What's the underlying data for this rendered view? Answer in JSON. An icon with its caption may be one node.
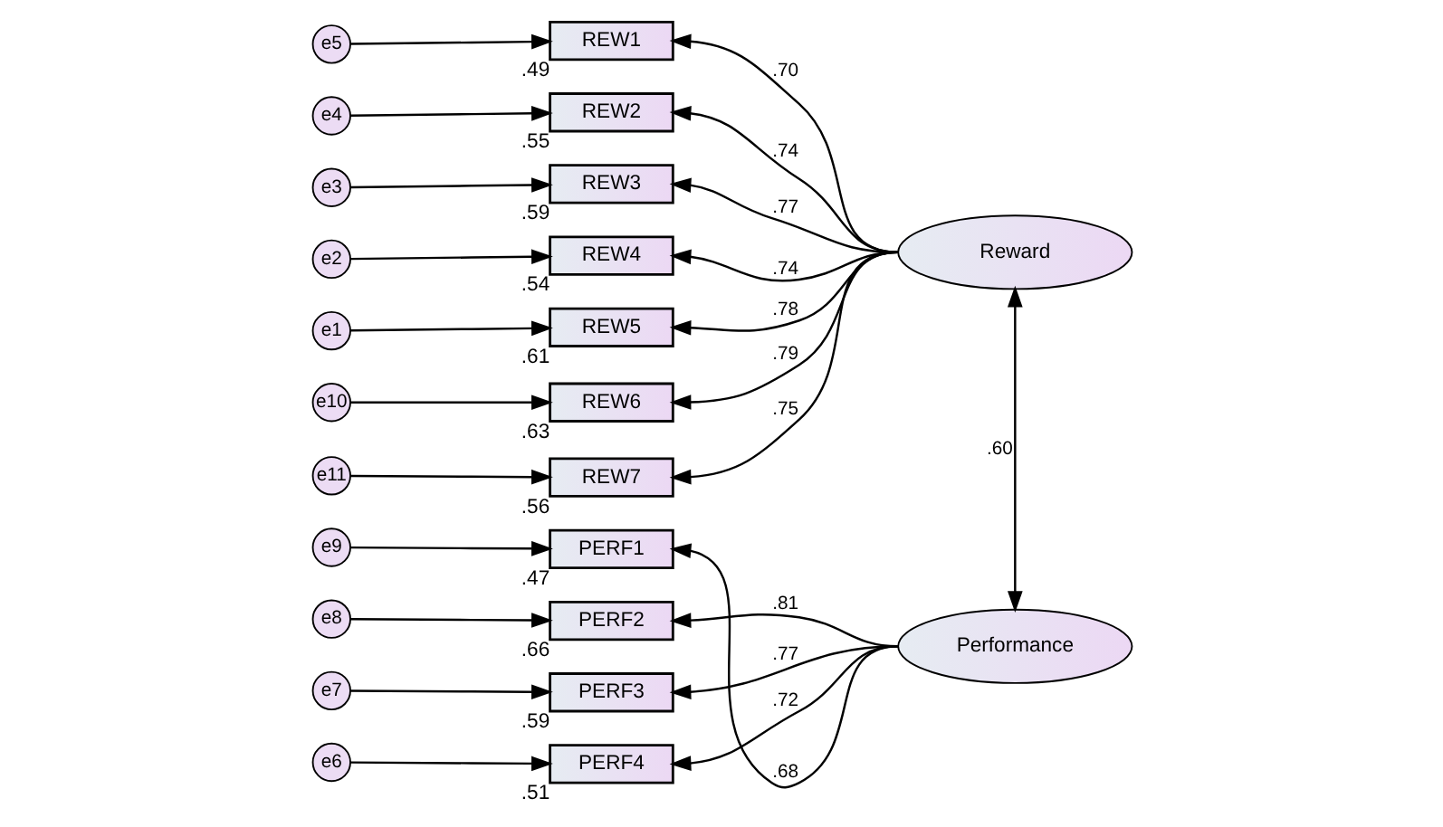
{
  "diagram": {
    "nodes": [
      {
        "text": [
          "e5"
        ]
      },
      {
        "text": [
          "REW1"
        ],
        "beside": [
          ".49"
        ]
      },
      {
        "text": [
          "e4"
        ]
      },
      {
        "text": [
          "REW2"
        ],
        "beside": [
          ".55"
        ]
      },
      {
        "text": [
          "e3"
        ]
      },
      {
        "text": [
          "REW3"
        ],
        "beside": [
          ".59"
        ]
      },
      {
        "text": [
          "e2"
        ]
      },
      {
        "text": [
          "REW4"
        ],
        "beside": [
          ".54"
        ]
      },
      {
        "text": [
          "Reward"
        ]
      },
      {
        "text": [
          "e1"
        ]
      },
      {
        "text": [
          "REW5"
        ],
        "beside": [
          ".61"
        ]
      },
      {
        "text": [
          "e10"
        ]
      },
      {
        "text": [
          "REW6"
        ],
        "beside": [
          ".63"
        ]
      },
      {
        "text": [
          "e11"
        ]
      },
      {
        "text": [
          "REW7"
        ],
        "beside": [
          ".56"
        ]
      },
      {
        "text": [
          "e9"
        ]
      },
      {
        "text": [
          "PERF1"
        ],
        "beside": [
          ".47"
        ]
      },
      {
        "text": [
          "e8"
        ]
      },
      {
        "text": [
          "PERF2"
        ],
        "beside": [
          ".66"
        ]
      },
      {
        "text": [
          "e7"
        ]
      },
      {
        "text": [
          "PERF3"
        ],
        "beside": [
          ".59"
        ]
      },
      {
        "text": [
          "Performance"
        ]
      },
      {
        "text": [
          "e6"
        ]
      },
      {
        "text": [
          "PERF4"
        ],
        "beside": [
          ".51"
        ]
      }
    ],
    "edges": [
      {
        "from": 0,
        "to": 1,
        "arrow": "to"
      },
      {
        "from": 2,
        "to": 3,
        "arrow": "to"
      },
      {
        "from": 4,
        "to": 5,
        "arrow": "to"
      },
      {
        "from": 6,
        "to": 7,
        "arrow": "to"
      },
      {
        "from": 9,
        "to": 10,
        "arrow": "to"
      },
      {
        "from": 11,
        "to": 12,
        "arrow": "to"
      },
      {
        "from": 13,
        "to": 14,
        "arrow": "to"
      },
      {
        "from": 15,
        "to": 16,
        "arrow": "to"
      },
      {
        "from": 17,
        "to": 18,
        "arrow": "to"
      },
      {
        "from": 19,
        "to": 20,
        "arrow": "to"
      },
      {
        "from": 22,
        "to": 23,
        "arrow": "to"
      },
      {
        "from": 8,
        "to": 1,
        "arrow": "to",
        "label": ".70"
      },
      {
        "from": 8,
        "to": 3,
        "arrow": "to",
        "label": ".74"
      },
      {
        "from": 8,
        "to": 5,
        "arrow": "to",
        "label": ".77"
      },
      {
        "from": 8,
        "to": 7,
        "arrow": "to",
        "label": ".74"
      },
      {
        "from": 8,
        "to": 10,
        "arrow": "to",
        "label": ".78"
      },
      {
        "from": 8,
        "to": 12,
        "arrow": "to",
        "label": ".79"
      },
      {
        "from": 8,
        "to": 14,
        "arrow": "to",
        "label": ".75"
      },
      {
        "from": 21,
        "to": 16,
        "arrow": "to",
        "label": ".68"
      },
      {
        "from": 21,
        "to": 18,
        "arrow": "to",
        "label": ".81"
      },
      {
        "from": 21,
        "to": 20,
        "arrow": "to",
        "label": ".77"
      },
      {
        "from": 21,
        "to": 23,
        "arrow": "to",
        "label": ".72"
      },
      {
        "from": 8,
        "to": 21,
        "arrow": "both",
        "label": ".60"
      }
    ]
  }
}
